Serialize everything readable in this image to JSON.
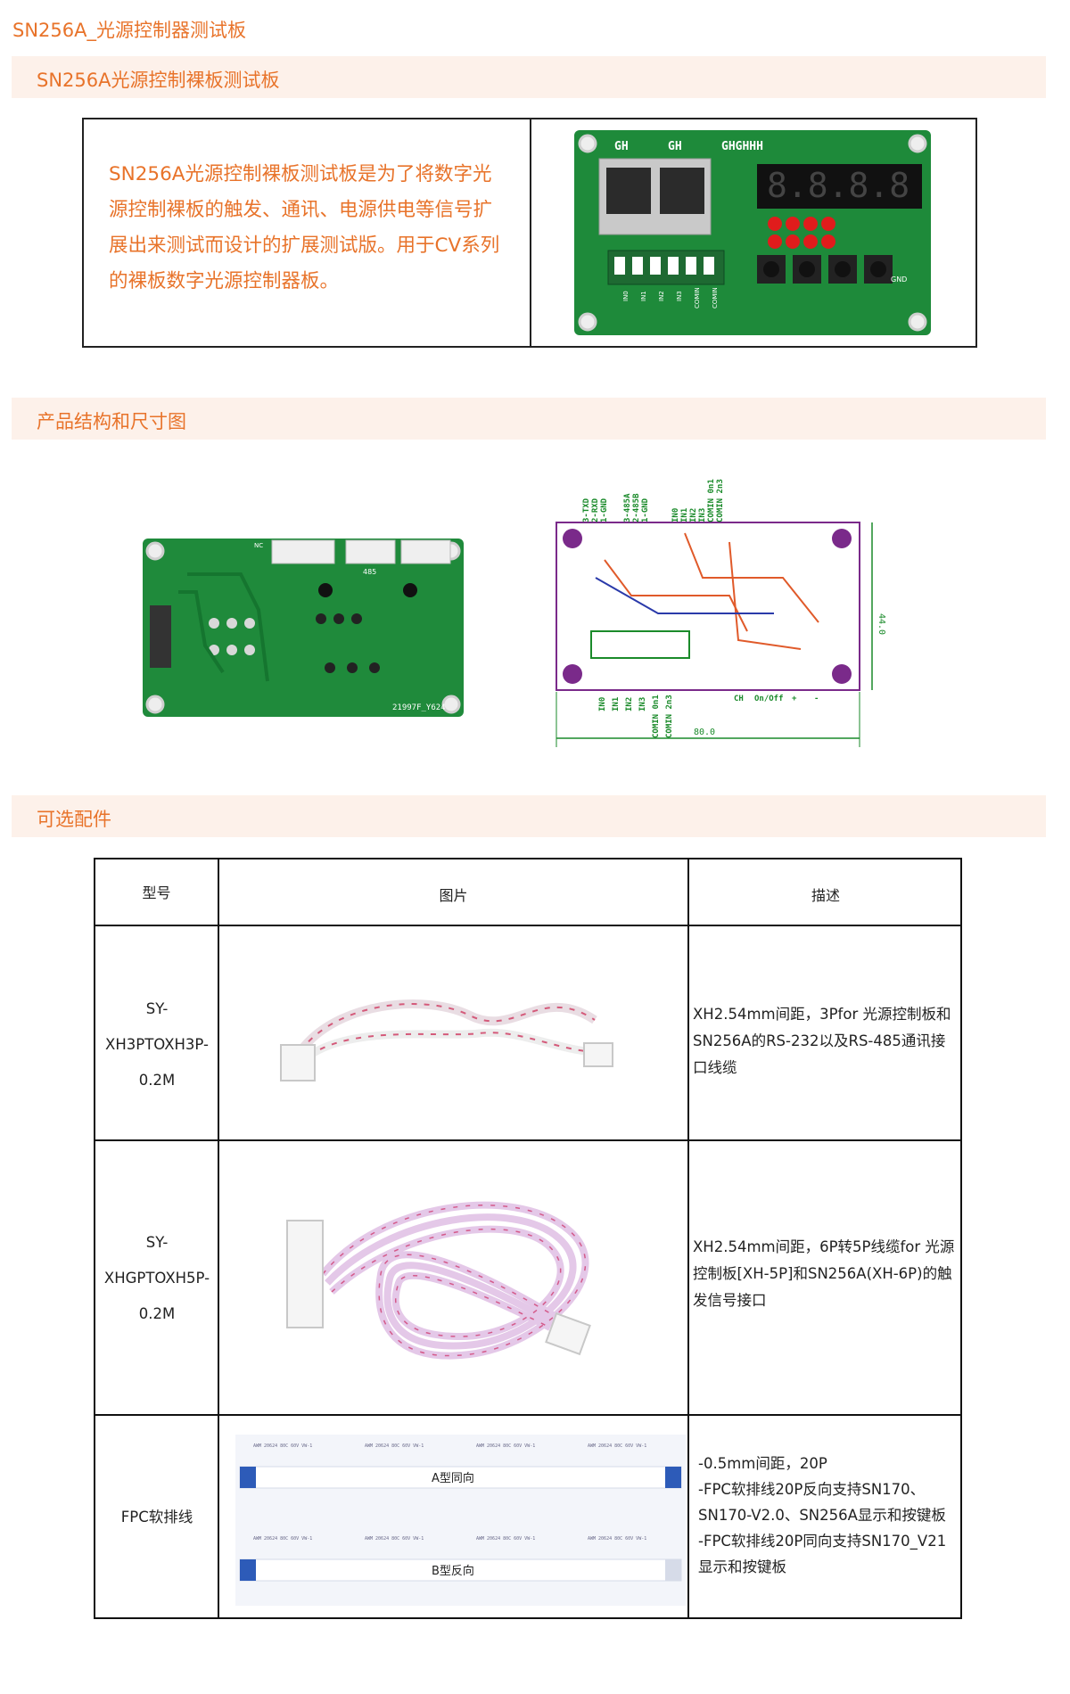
{
  "page_title": "SN256A_光源控制器测试板",
  "section1": {
    "title": "SN256A光源控制裸板测试板",
    "description": "SN256A光源控制裸板测试板是为了将数字光源控制裸板的触发、通讯、电源供电等信号扩展出来测试而设计的扩展测试版。用于CV系列的裸板数字光源控制器板。",
    "board_silk": {
      "top_labels": [
        "GH",
        "GH",
        "GHGHHH"
      ],
      "bottom_labels": [
        "IN0",
        "IN1",
        "IN2",
        "IN3",
        "COMIN",
        "COMIN"
      ],
      "gnd": "GND"
    }
  },
  "section2": {
    "title": "产品结构和尺寸图",
    "back_silk": {
      "nc": "NC",
      "conn": "485",
      "code": "21997F_Y624"
    },
    "drawing": {
      "top_labels": [
        "3-TXD",
        "2-RXD",
        "1-GND",
        "3-485A",
        "2-485B",
        "1-GND",
        "IN0",
        "IN1",
        "IN2",
        "IN3",
        "COMIN 0n1",
        "COMIN 2n3"
      ],
      "bottom_labels": [
        "IN0",
        "IN1",
        "IN2",
        "IN3",
        "COMIN 0n1",
        "COMIN 2n3"
      ],
      "right_labels": [
        "CH",
        "On/Off",
        "+",
        "-"
      ],
      "width_dim": "80.0",
      "height_dim": "44.0"
    }
  },
  "section3": {
    "title": "可选配件",
    "table": {
      "headers": [
        "型号",
        "图片",
        "描述"
      ],
      "rows": [
        {
          "model_lines": [
            "SY-",
            "XH3PTOXH3P-",
            "0.2M"
          ],
          "desc_lines": [
            "XH2.54mm间距，3Pfor 光源控制板和",
            "SN256A的RS-232以及RS-485通讯接",
            "口线缆"
          ]
        },
        {
          "model_lines": [
            "SY-",
            "XHGPTOXH5P-",
            "0.2M"
          ],
          "desc_lines": [
            "XH2.54mm间距，6P转5P线缆for 光源",
            "控制板[XH-5P]和SN256A(XH-6P)的触",
            "发信号接口"
          ]
        },
        {
          "model_lines": [
            "FPC软排线"
          ],
          "fpc_labels": [
            "A型同向",
            "B型反向"
          ],
          "fpc_print": "AWM 20624 80C 60V VW-1",
          "desc_lines": [
            "-0.5mm间距，20P",
            "-FPC软排线20P反向支持SN170、",
            "SN170-V2.0、SN256A显示和按键板",
            "-FPC软排线20P同向支持SN170_V21",
            "显示和按键板"
          ]
        }
      ]
    }
  },
  "colors": {
    "accent": "#e8732a",
    "section_bg": "#fdf1ea",
    "pcb_green": "#1e8a3a"
  }
}
